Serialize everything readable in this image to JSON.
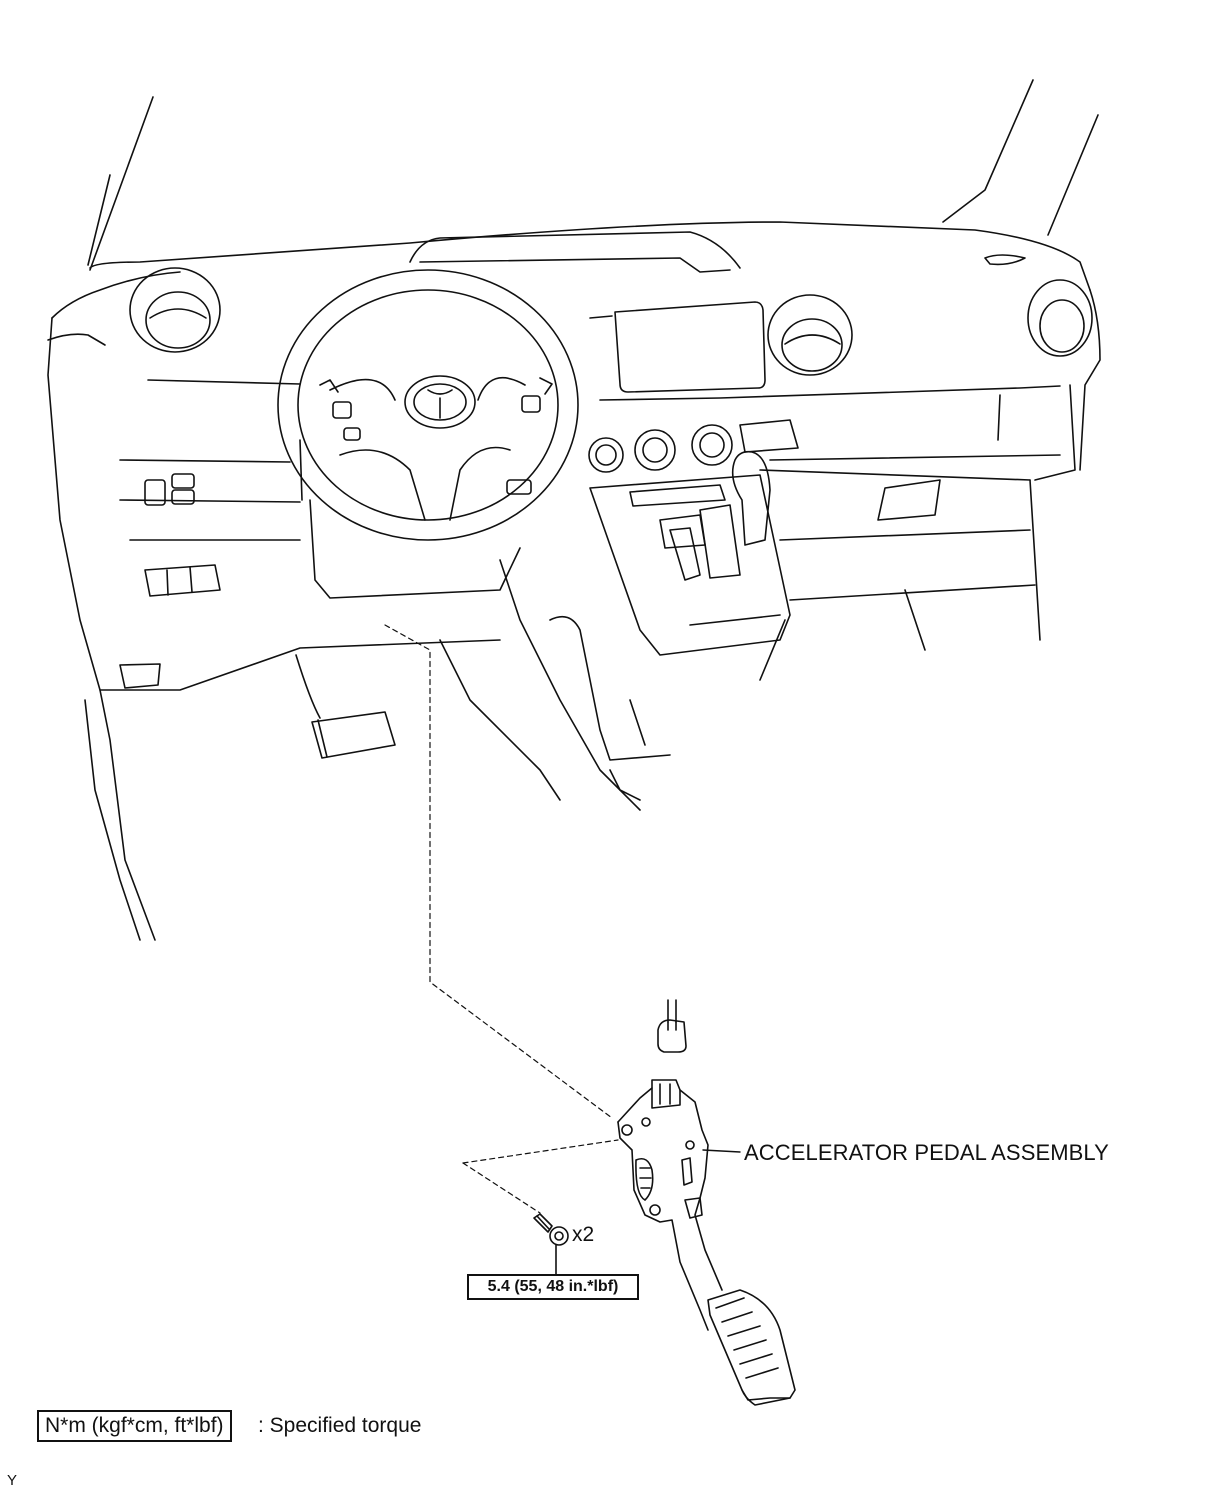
{
  "figure": {
    "callouts": {
      "accelerator_pedal": "ACCELERATOR PEDAL ASSEMBLY",
      "bolt_quantity": "x2",
      "torque_value": "5.4 (55, 48 in.*lbf)"
    },
    "legend": {
      "unit_box": "N*m (kgf*cm, ft*lbf)",
      "description": ": Specified torque"
    },
    "figure_code": "Y"
  },
  "icons": [
    "dashboard-illustration",
    "steering-wheel-icon",
    "accelerator-pedal-icon",
    "bolt-icon",
    "connector-icon"
  ],
  "colors": {
    "line": "#111111",
    "background": "#ffffff"
  }
}
